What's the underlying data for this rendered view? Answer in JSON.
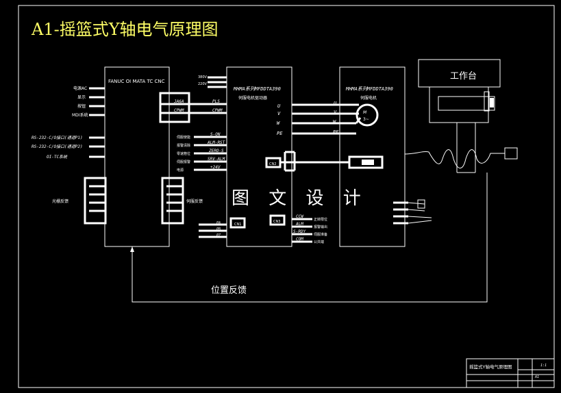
{
  "title": "A1-摇篮式Y轴电气原理图",
  "watermark": "图 文 设 计",
  "cnc": {
    "label": "FANUC OI MATA TC CNC",
    "inputs": [
      "电源AC",
      "显示",
      "按钮",
      "MDI系统"
    ],
    "rs_lines": [
      "RS-232-C/O接口(通道P1)",
      "RS-232-C/O接口(通道P2)"
    ],
    "oi_tc": "OI-TC系统",
    "jack_a": "JA6A",
    "jack_b": "CPWM",
    "left_connector": "光栅反馈",
    "right_connector": "伺服反馈"
  },
  "driver": {
    "name": "MHMA系列MFDDTA390",
    "subtitle": "伺服电机驱动器",
    "top_inputs": [
      "380V",
      "220V"
    ],
    "sig_left": [
      "JA6A",
      "CPWM"
    ],
    "sig_right": [
      "PLS",
      "CPWM"
    ],
    "ctrl_left": [
      "伺服使能",
      "报警清除",
      "零速箝位",
      "伺服报警",
      "电源"
    ],
    "ctrl_right": [
      "S-ON",
      "ALM-RST",
      "ZERO-S",
      "SRV-ALM",
      "+24V"
    ],
    "uvwpe": [
      "U",
      "V",
      "W",
      "PE"
    ],
    "enc_box": "CN2",
    "bottom_box_left": "CN1",
    "bottom_box_right": "CN3",
    "bottom_signals": [
      "CCW",
      "ALM",
      "S-RDY",
      "COM"
    ],
    "bottom_labels": [
      "正转限位",
      "报警输出",
      "伺服准备",
      "公共端"
    ],
    "bottom_left_labels": [
      "PA",
      "PB",
      "PZ"
    ]
  },
  "motor": {
    "name": "MHMA系列MFDDTA390",
    "subtitle": "伺服电机",
    "uvwpe": [
      "U",
      "V",
      "W",
      "PE"
    ],
    "symbol": "M\n3~"
  },
  "worktable": {
    "label": "工作台"
  },
  "feedback": {
    "label": "位置反馈"
  },
  "titleblock": {
    "name": "摇篮式Y轴电气原理图",
    "scale": "1:1",
    "drawing_no": "A1"
  }
}
